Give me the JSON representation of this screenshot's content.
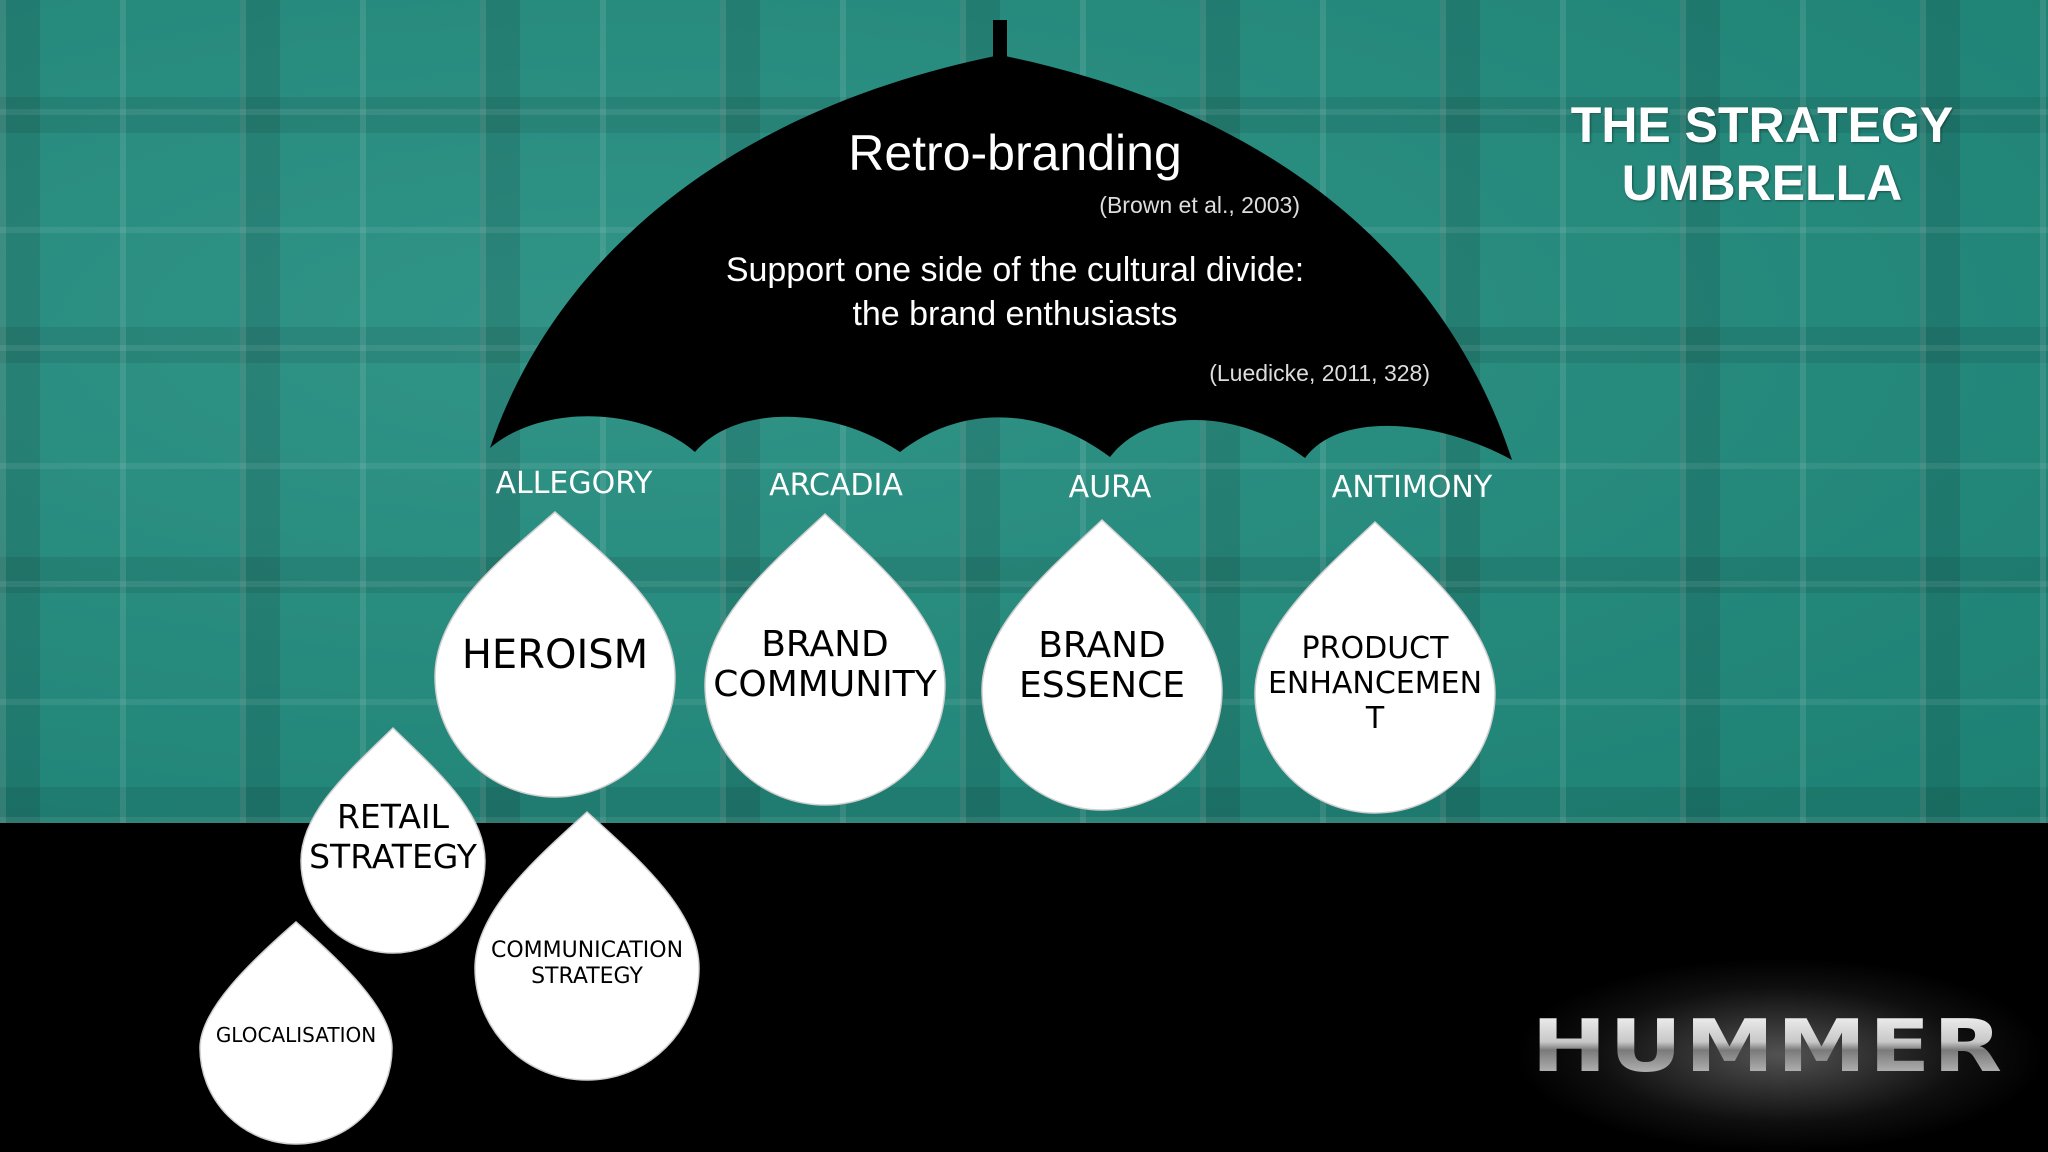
{
  "slide": {
    "title_lines": [
      "THE STRATEGY",
      "UMBRELLA"
    ],
    "umbrella": {
      "heading": "Retro-branding",
      "citation_1": "(Brown et al., 2003)",
      "support_lines": [
        "Support one side of the cultural divide:",
        "the brand enthusiasts"
      ],
      "citation_2": "(Luedicke, 2011, 328)"
    },
    "labels": [
      "ALLEGORY",
      "ARCADIA",
      "AURA",
      "ANTIMONY"
    ],
    "drops": [
      {
        "id": "heroism",
        "lines": [
          "HEROISM"
        ]
      },
      {
        "id": "brand-community",
        "lines": [
          "BRAND",
          "COMMUNITY"
        ]
      },
      {
        "id": "brand-essence",
        "lines": [
          "BRAND",
          "ESSENCE"
        ]
      },
      {
        "id": "product-enhancement",
        "lines": [
          "PRODUCT",
          "ENHANCEMEN",
          "T"
        ]
      },
      {
        "id": "retail-strategy",
        "lines": [
          "RETAIL",
          "STRATEGY"
        ]
      },
      {
        "id": "communication-strategy",
        "lines": [
          "COMMUNICATION",
          "STRATEGY"
        ]
      },
      {
        "id": "glocalisation",
        "lines": [
          "GLOCALISATION"
        ]
      }
    ],
    "logo_text": "HUMMER",
    "colors": {
      "background_teal": "#1f8b7d",
      "umbrella": "#000000",
      "drop_fill": "#ffffff",
      "bottom_band": "#000000"
    }
  }
}
